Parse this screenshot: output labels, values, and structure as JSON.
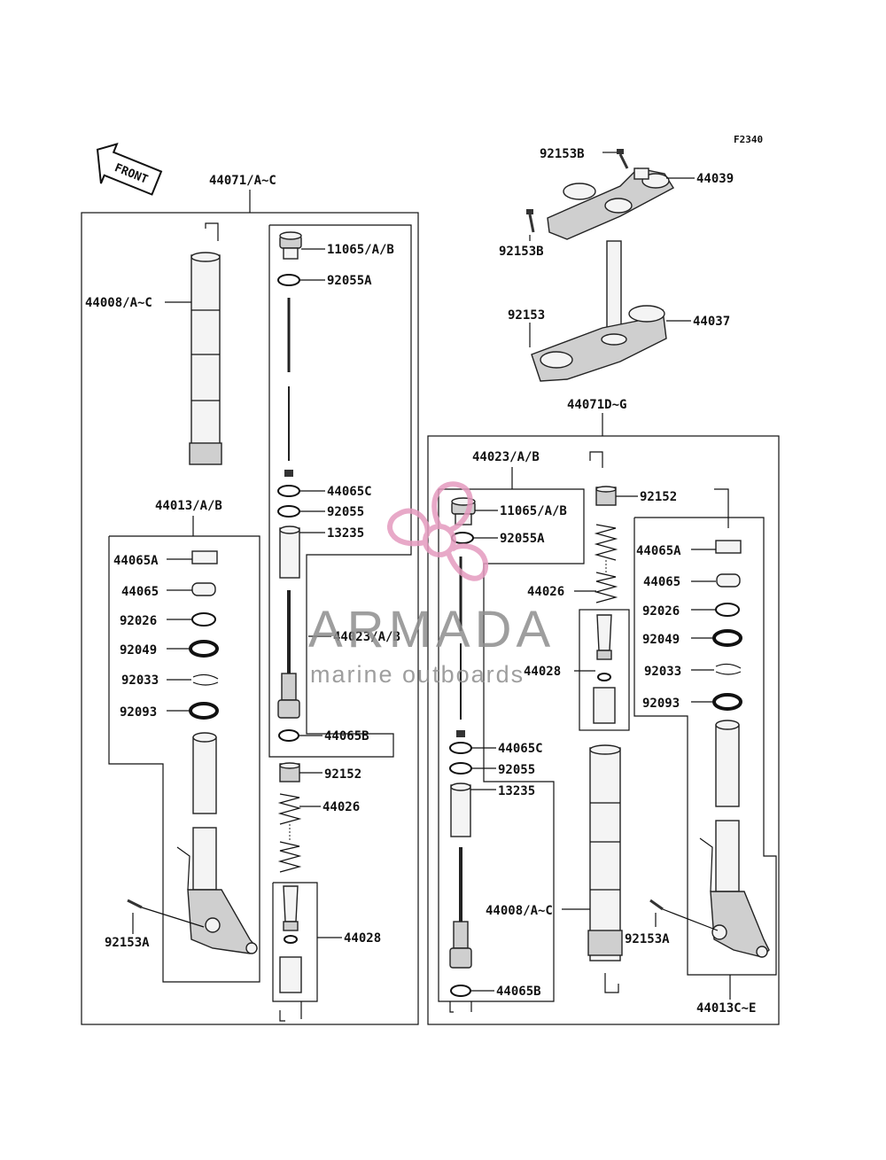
{
  "diagram_code": "F2340",
  "front_arrow": "FRONT",
  "watermark": {
    "brand": "ARMADA",
    "tagline": "marine outboards"
  },
  "labels": {
    "l44071ac": "44071/A~C",
    "l44071dg": "44071D~G",
    "l92153b_top": "92153B",
    "l44039": "44039",
    "l92153b_mid": "92153B",
    "l92153": "92153",
    "l44037": "44037",
    "l44008_left": "44008/A~C",
    "l11065_left": "11065/A/B",
    "l92055a_left": "92055A",
    "l44065c_left": "44065C",
    "l92055_left": "92055",
    "l13235_left": "13235",
    "l44023_left": "44023/A/B",
    "l44065b_left": "44065B",
    "l92152_left": "92152",
    "l44026_left": "44026",
    "l44028_left": "44028",
    "l44013ab": "44013/A/B",
    "l44065a_left": "44065A",
    "l44065_left": "44065",
    "l92026_left": "92026",
    "l92049_left": "92049",
    "l92033_left": "92033",
    "l92093_left": "92093",
    "l92153a_left": "92153A",
    "l44023_right": "44023/A/B",
    "l11065_right": "11065/A/B",
    "l92055a_right": "92055A",
    "l92152_right": "92152",
    "l44026_right": "44026",
    "l44028_right": "44028",
    "l44065c_right": "44065C",
    "l92055_right": "92055",
    "l13235_right": "13235",
    "l44008_right": "44008/A~C",
    "l44065b_right": "44065B",
    "l44065a_right": "44065A",
    "l44065_right": "44065",
    "l92026_right": "92026",
    "l92049_right": "92049",
    "l92033_right": "92033",
    "l92093_right": "92093",
    "l92153a_right": "92153A",
    "l44013ce": "44013C~E"
  },
  "colors": {
    "watermark_pink": "#e59bbf",
    "watermark_gray": "#8e8e8e",
    "ink": "#111111"
  }
}
